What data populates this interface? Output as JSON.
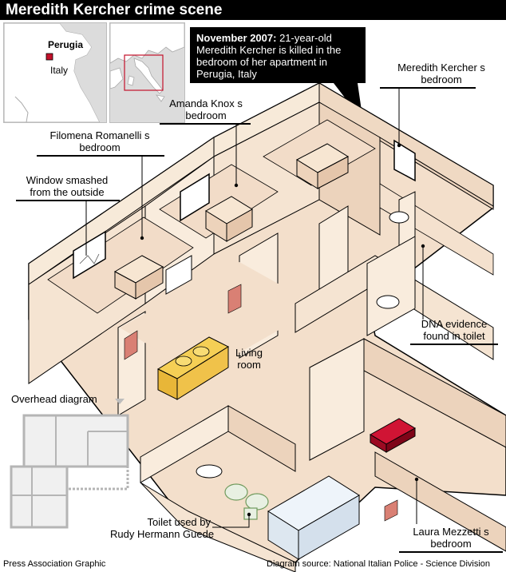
{
  "title": "Meredith Kercher crime scene",
  "locator": {
    "city": "Perugia",
    "country": "Italy"
  },
  "callout": {
    "date": "November 2007:",
    "text": "21-year-old Meredith Kercher is killed in the bedroom of her apartment in Perugia, Italy"
  },
  "labels": {
    "meredith_l1": "Meredith Kercher s",
    "meredith_l2": "bedroom",
    "amanda_l1": "Amanda Knox s",
    "amanda_l2": "bedroom",
    "filomena_l1": "Filomena Romanelli s",
    "filomena_l2": "bedroom",
    "window_l1": "Window smashed",
    "window_l2": "from the outside",
    "living_l1": "Living",
    "living_l2": "room",
    "dna_l1": "DNA evidence",
    "dna_l2": "found in toilet",
    "laura_l1": "Laura Mezzetti s",
    "laura_l2": "bedroom",
    "toilet_l1": "Toilet used by",
    "toilet_l2": "Rudy Hermann Guede",
    "overhead": "Overhead diagram"
  },
  "footer": {
    "credit": "Press Association Graphic",
    "source": "Diagram source: National Italian Police - Science Division"
  },
  "colors": {
    "wall": "#f7e9d8",
    "floor": "#f2dcc8",
    "floor_dark": "#e9cdb4",
    "furniture": "#f2dcc2",
    "sofa": "#f5cf55",
    "bed_red": "#b50d2a",
    "rug": "#d98074"
  }
}
